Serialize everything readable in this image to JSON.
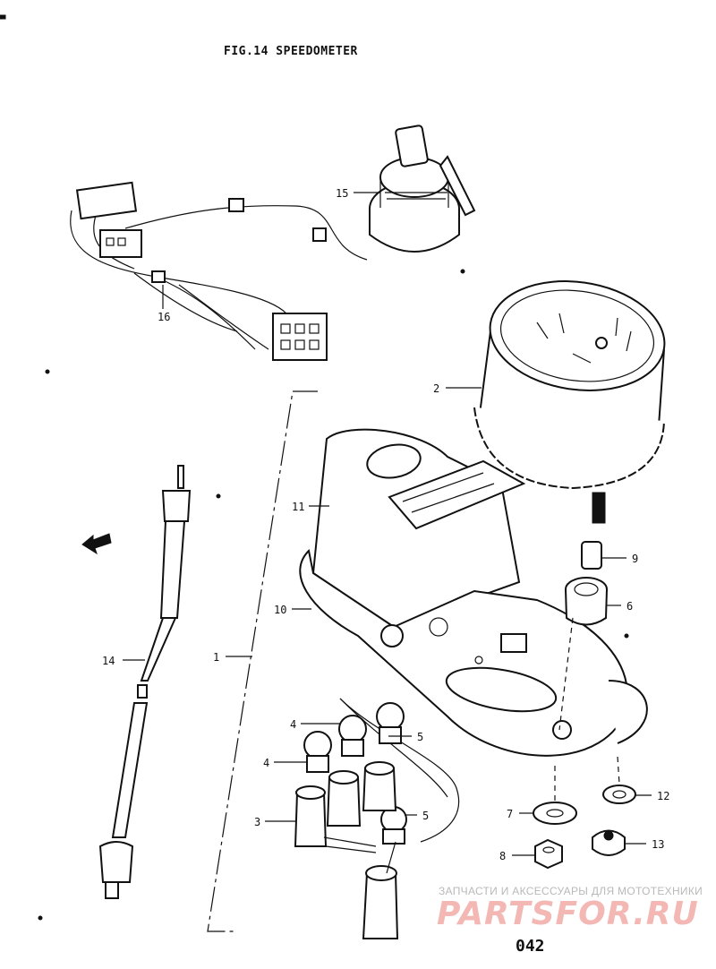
{
  "figure": {
    "title": "FIG.14  SPEEDOMETER",
    "page_number": "042"
  },
  "watermark": {
    "tagline": "ЗАПЧАСТИ И АКСЕССУАРЫ ДЛЯ МОТОТЕХНИКИ",
    "logo": "PARTSFOR.RU"
  },
  "callouts": {
    "c1": "1",
    "c2": "2",
    "c3": "3",
    "c4a": "4",
    "c4b": "4",
    "c5a": "5",
    "c5b": "5",
    "c6": "6",
    "c7": "7",
    "c8": "8",
    "c9": "9",
    "c10": "10",
    "c11": "11",
    "c12": "12",
    "c13": "13",
    "c14": "14",
    "c15": "15",
    "c16": "16"
  }
}
